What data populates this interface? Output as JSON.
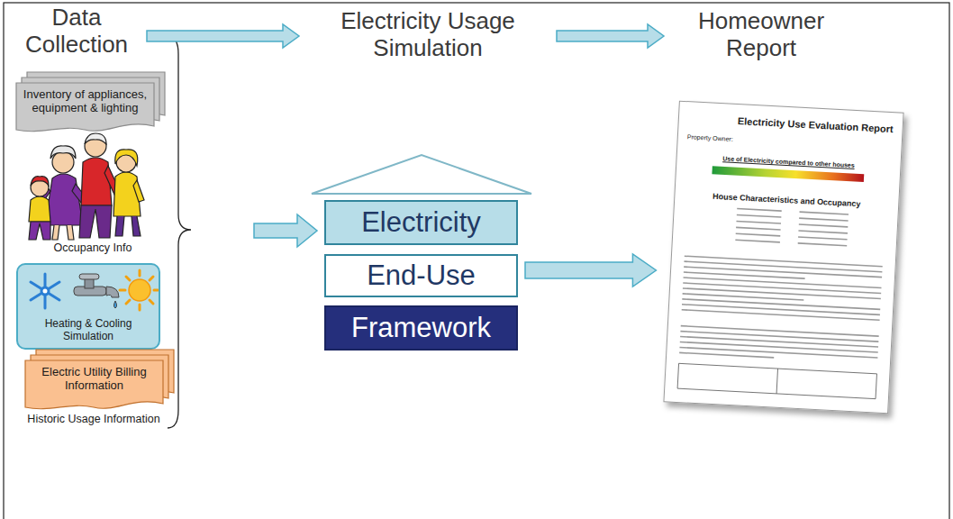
{
  "diagram": {
    "nodes": [
      {
        "text": [
          "Data Collection"
        ]
      },
      {
        "text": [
          "Electricity Usage Simulation"
        ]
      },
      {
        "text": [
          "Homeowner Report"
        ]
      },
      {
        "text": [
          "Inventory of appliances, equipment & lighting"
        ]
      },
      {
        "text": [
          "Heating & Cooling Simulation"
        ]
      },
      {
        "text": [
          "Electric Utility Billing Information"
        ]
      },
      {
        "text": [
          "Electricity"
        ]
      },
      {
        "text": [
          "End-Use"
        ]
      },
      {
        "text": [
          "Framework"
        ]
      },
      {
        "text": [
          "Electricity Use Evaluation Report",
          "Property Owner:",
          "Use of Electricity compared to other houses",
          "House Characteristics and Occupancy"
        ]
      }
    ],
    "edges": [
      {
        "from": 0,
        "to": 1,
        "arrow": "to"
      },
      {
        "from": 1,
        "to": 2,
        "arrow": "to"
      },
      {
        "from": 7,
        "to": 9,
        "arrow": "to"
      }
    ],
    "labels": [
      "Occupancy Info",
      "Historic Usage Information"
    ]
  }
}
